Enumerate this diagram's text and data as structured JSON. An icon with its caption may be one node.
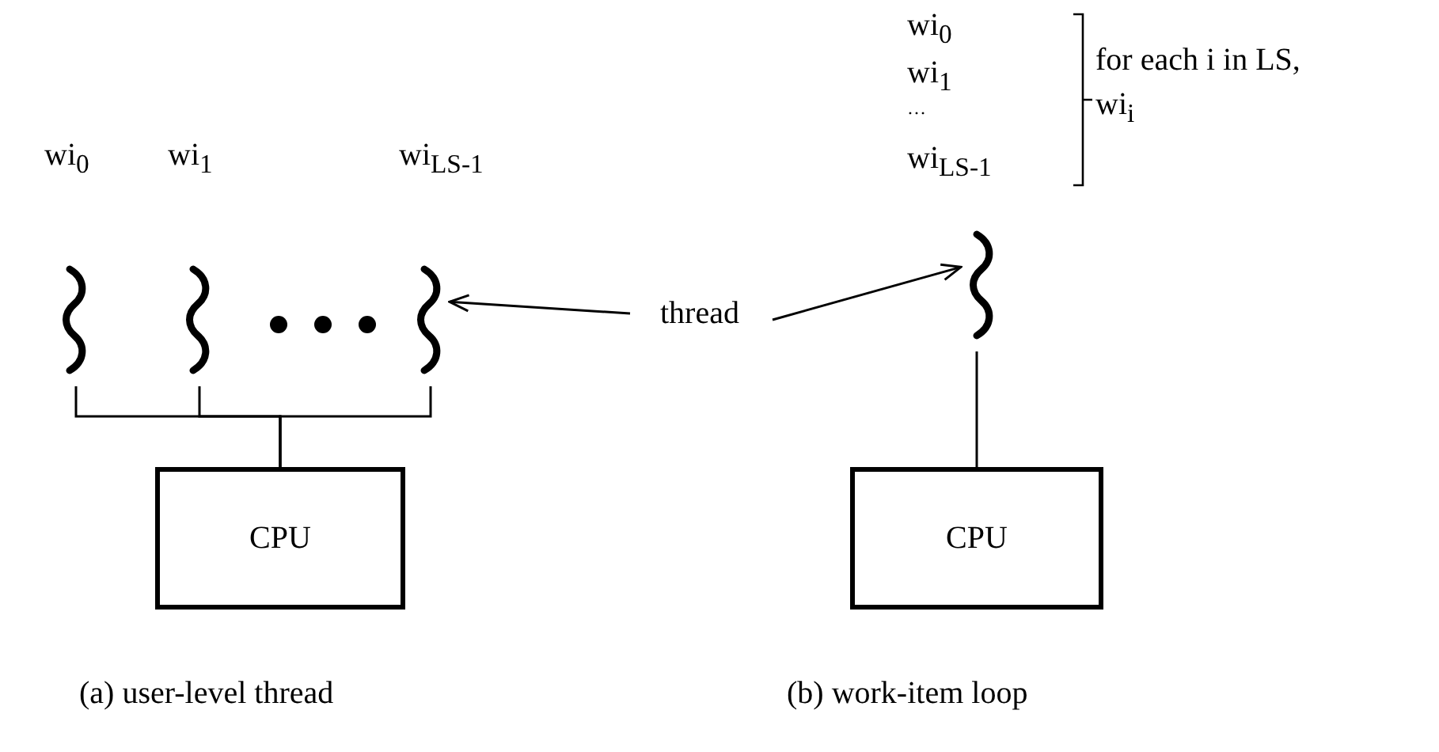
{
  "diagram": {
    "nodes": [
      {
        "text": [
          "wi$_{0}$"
        ]
      },
      {
        "text": [
          "wi$_{1}$"
        ]
      },
      {
        "text": [
          "wi$_{LS-1}$"
        ]
      },
      {
        "text": [
          "CPU"
        ]
      },
      {
        "text": [
          "thread"
        ]
      },
      {
        "text": [],
        "shape": "squiggle"
      },
      {
        "text": [
          "CPU"
        ]
      }
    ],
    "edges": [
      {
        "from": 4,
        "to": 2,
        "arrow": "to"
      },
      {
        "from": 4,
        "to": 5,
        "arrow": "to"
      },
      {
        "from": 0,
        "to": 3,
        "arrow": "none"
      },
      {
        "from": 1,
        "to": 3,
        "arrow": "none"
      },
      {
        "from": 2,
        "to": 3,
        "arrow": "none"
      },
      {
        "from": 5,
        "to": 6,
        "arrow": "none"
      }
    ],
    "labels": [
      "wi$_{0}$",
      "wi$_{1}$",
      "…",
      "wi$_{LS-1}$",
      "for each i in LS, wi$_{i}$",
      "(a) user-level thread",
      "(b) work-item loop"
    ]
  }
}
